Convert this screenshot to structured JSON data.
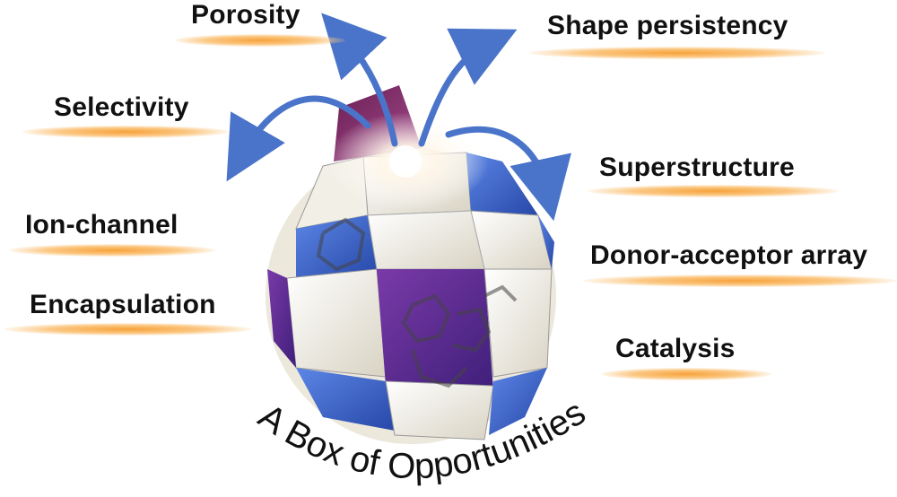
{
  "labels": {
    "porosity": "Porosity",
    "shape_persistency": "Shape persistency",
    "selectivity": "Selectivity",
    "superstructure": "Superstructure",
    "ion_channel": "Ion-channel",
    "donor_acceptor": "Donor-acceptor array",
    "encapsulation": "Encapsulation",
    "catalysis": "Catalysis"
  },
  "caption": "A Box of Opportunities",
  "colors": {
    "arrow": "#4a74c9",
    "swoosh": "#f7a23a",
    "panel_white": "#ece8dc",
    "panel_blue": "#3a66d2",
    "panel_purple": "#5a2e8f"
  }
}
